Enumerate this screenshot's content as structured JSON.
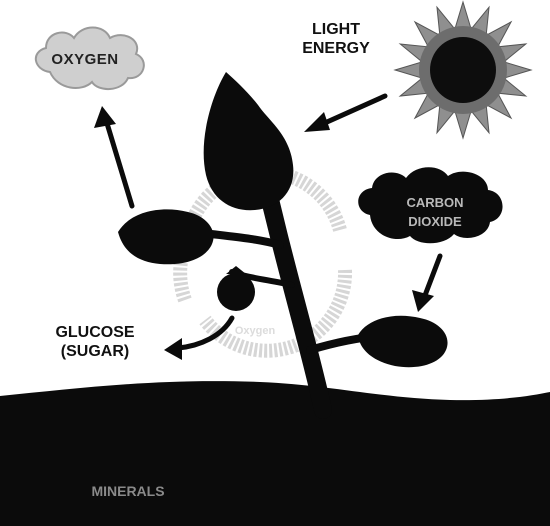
{
  "labels": {
    "light_energy": "LIGHT\nENERGY",
    "oxygen": "OXYGEN",
    "glucose": "GLUCOSE\n(SUGAR)",
    "carbon_dioxide": "CARBON\nDIOXIDE",
    "cycle_text": "Oxygen",
    "minerals": "MINERALS"
  },
  "icons": {
    "sun": "sun-icon",
    "oxygen_cloud": "cloud-icon",
    "co2_cloud": "cloud-icon",
    "fruit": "fruit-icon"
  },
  "colors": {
    "ink": "#0b0b0b",
    "sun_ray": "#8c8c8c",
    "cloud_light": "#d2d2d2",
    "cycle": "#d8d8d8"
  }
}
